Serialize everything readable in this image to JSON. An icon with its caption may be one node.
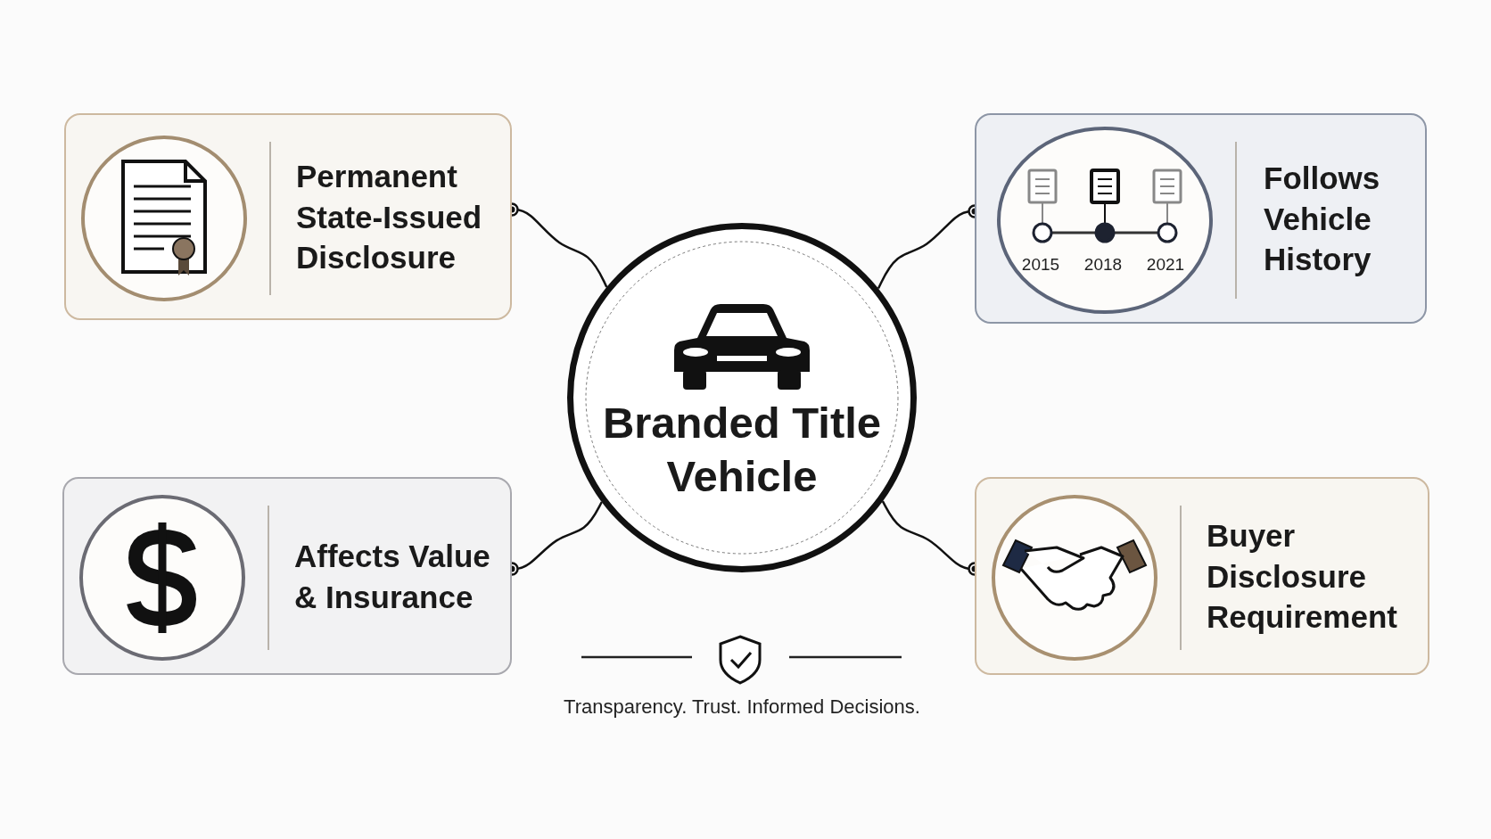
{
  "diagram": {
    "nodes": [
      {
        "text": [
          "Branded Title Vehicle"
        ]
      },
      {
        "text": [
          "Permanent State-Issued Disclosure"
        ]
      },
      {
        "text": [
          "Follows Vehicle History"
        ]
      },
      {
        "text": [
          "Affects Value & Insurance"
        ]
      },
      {
        "text": [
          "Buyer Disclosure Requirement"
        ]
      }
    ],
    "edges": [
      {
        "from": 0,
        "to": 1,
        "arrow": "other"
      },
      {
        "from": 0,
        "to": 2,
        "arrow": "other"
      },
      {
        "from": 0,
        "to": 3,
        "arrow": "other"
      },
      {
        "from": 0,
        "to": 4,
        "arrow": "other"
      }
    ],
    "labels": [
      "2015",
      "2018",
      "2021",
      "Transparency. Trust. Informed Decisions."
    ]
  }
}
